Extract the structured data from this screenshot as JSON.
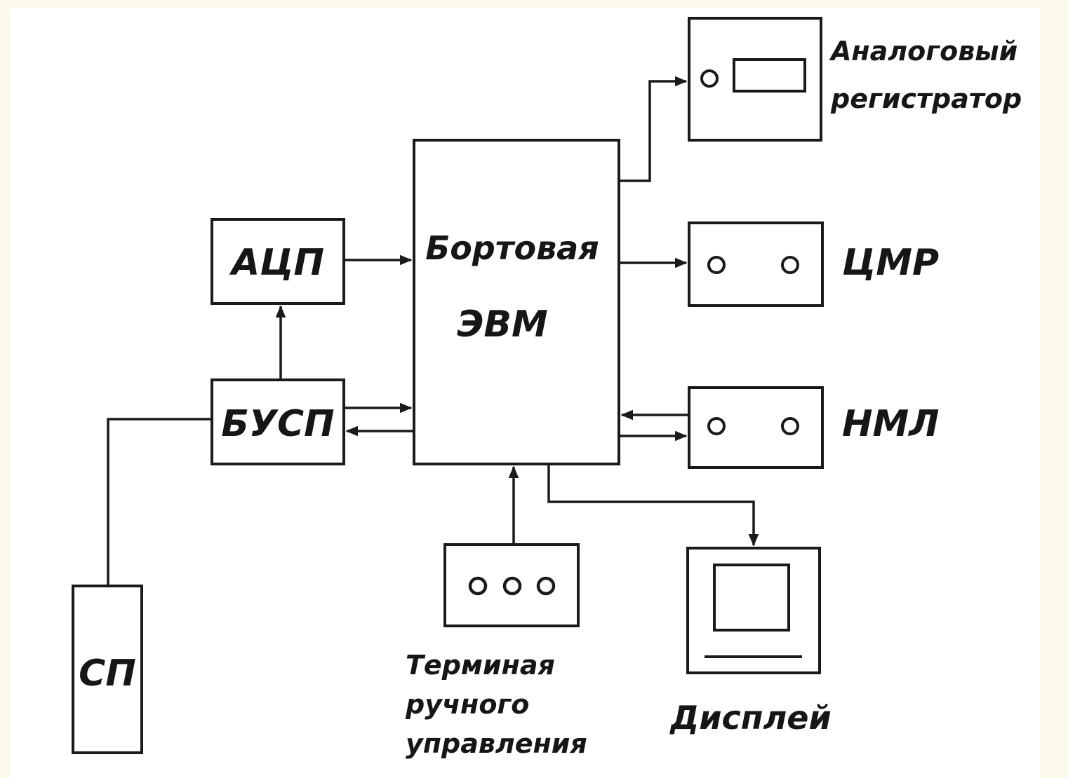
{
  "labels": {
    "adc": "АЦП",
    "busp": "БУСП",
    "sp": "СП",
    "computer_line1": "Бортовая",
    "computer_line2": "ЭВМ",
    "analog_line1": "Аналоговый",
    "analog_line2": "регистратор",
    "cmr": "ЦМР",
    "nmp": "НМЛ",
    "terminal_line1": "Терминая",
    "terminal_line2": "ручного",
    "terminal_line3": "управления",
    "display": "Дисплей"
  },
  "colors": {
    "ink": "#1a1a1a",
    "paper": "#ffffff",
    "margin": "#fbf9e9"
  }
}
